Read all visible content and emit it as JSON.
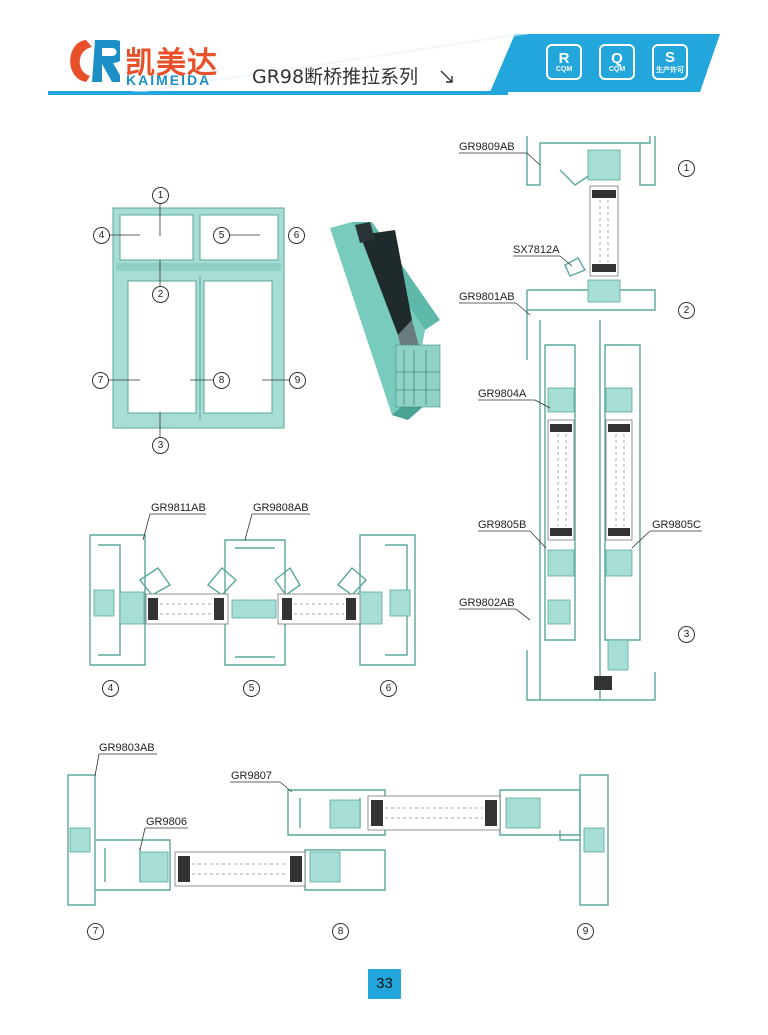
{
  "header": {
    "brand_cn": "凯美达",
    "brand_en": "KAIMEIDA",
    "series_title": "GR98断桥推拉系列",
    "certs": [
      {
        "icon": "r-cqm-icon",
        "big": "R",
        "small": "CQM"
      },
      {
        "icon": "q-cqm-icon",
        "big": "Q",
        "small": "CQM"
      },
      {
        "icon": "qs-icon",
        "big": "S",
        "small": "生产许可"
      }
    ],
    "colors": {
      "accent": "#22a6dc",
      "brand": "#e8502a",
      "profile": "#a6ddd4"
    }
  },
  "window_elevation": {
    "callouts": [
      "1",
      "2",
      "3",
      "4",
      "5",
      "6",
      "7",
      "8",
      "9"
    ]
  },
  "vertical_section": {
    "parts": [
      "GR9809AB",
      "SX7812A",
      "GR9801AB",
      "GR9804A",
      "GR9805B",
      "GR9805C",
      "GR9802AB"
    ],
    "callouts": [
      "1",
      "2",
      "3"
    ]
  },
  "transom_section": {
    "parts": [
      "GR9811AB",
      "GR9808AB"
    ],
    "callouts": [
      "4",
      "5",
      "6"
    ]
  },
  "sash_section": {
    "parts": [
      "GR9803AB",
      "GR9807",
      "GR9806"
    ],
    "callouts": [
      "7",
      "8",
      "9"
    ]
  },
  "page_number": "33"
}
